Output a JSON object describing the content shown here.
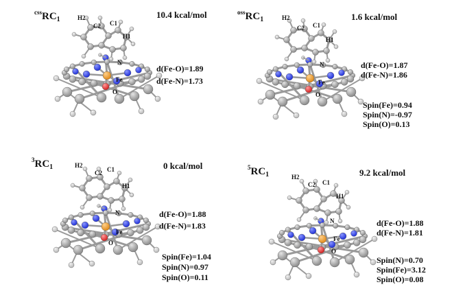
{
  "panels": [
    {
      "id": "css",
      "label_sup": "css",
      "label_main": "RC",
      "label_sub": "1",
      "energy": "10.4 kcal/mol",
      "measurements": [
        "d(Fe-O)=1.89",
        "d(Fe-N)=1.73"
      ],
      "spins": [],
      "atoms": [
        "H2",
        "C2",
        "C1",
        "H1",
        "N",
        "Fe",
        "O"
      ]
    },
    {
      "id": "oss",
      "label_sup": "oss",
      "label_main": "RC",
      "label_sub": "1",
      "energy": "1.6 kcal/mol",
      "measurements": [
        "d(Fe-O)=1.87",
        "d(Fe-N)=1.86"
      ],
      "spins": [
        "Spin(Fe)=0.94",
        "Spin(N)=-0.97",
        "Spin(O)=0.13"
      ],
      "atoms": [
        "H2",
        "C2",
        "C1",
        "H1",
        "N",
        "Fe",
        "O"
      ]
    },
    {
      "id": "triplet",
      "label_sup": "3",
      "label_main": "RC",
      "label_sub": "1",
      "energy": "0 kcal/mol",
      "measurements": [
        "d(Fe-O)=1.88",
        "d(Fe-N)=1.83"
      ],
      "spins": [
        "Spin(Fe)=1.04",
        "Spin(N)=0.97",
        "Spin(O)=0.11"
      ],
      "atoms": [
        "H2",
        "C2",
        "C1",
        "H1",
        "N",
        "Fe",
        "O"
      ]
    },
    {
      "id": "quintet",
      "label_sup": "5",
      "label_main": "RC",
      "label_sub": "1",
      "energy": "9.2 kcal/mol",
      "measurements": [
        "d(Fe-O)=1.88",
        "d(Fe-N)=1.81"
      ],
      "spins": [
        "Spin(N)=0.70",
        "Spin(Fe)=3.12",
        "Spin(O)=0.08"
      ],
      "atoms": [
        "H2",
        "C2",
        "C1",
        "H1",
        "N",
        "Fe",
        "O"
      ]
    }
  ],
  "colors": {
    "carbon": "#8a8a8a",
    "hydrogen": "#f2f2f2",
    "nitrogen": "#1f2fd6",
    "iron": "#e08a1a",
    "oxygen": "#d42020",
    "bond": "#9a9a9a"
  }
}
